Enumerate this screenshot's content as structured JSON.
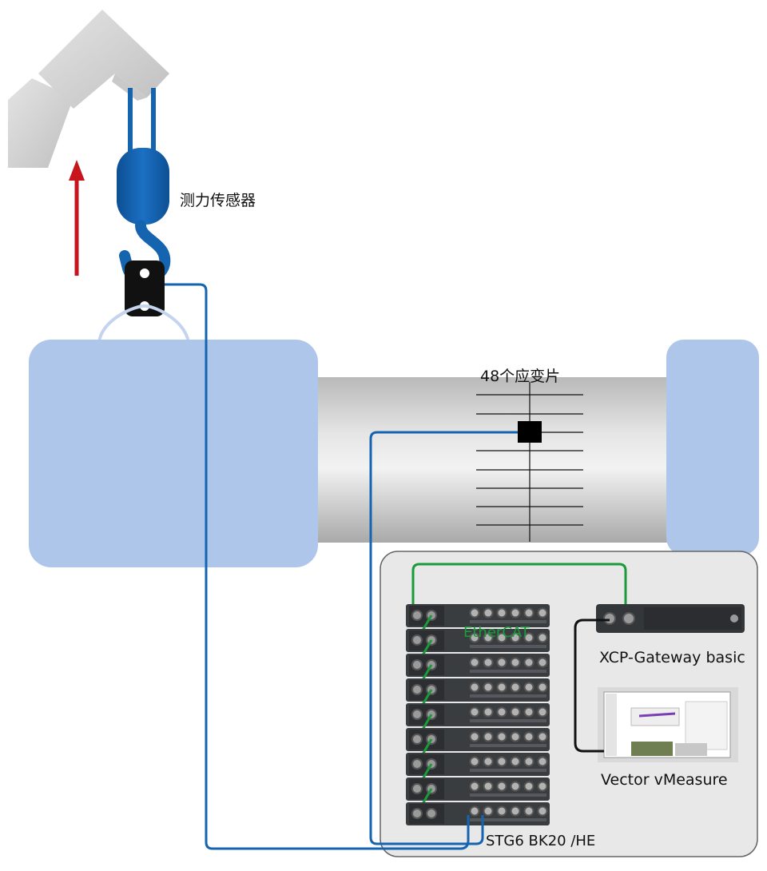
{
  "labels": {
    "force_sensor": "测力传感器",
    "strain_gauges": "48个应变片",
    "ethercat": "EtherCAT",
    "xcp_gateway": "XCP-Gateway basic",
    "vmeasure": "Vector vMeasure",
    "stg6": "STG6 BK20 /HE"
  },
  "colors": {
    "block": "#adc6ea",
    "cable_blue": "#1564b0",
    "ethercat_green": "#1a9a3a",
    "arrow_red": "#c4161c",
    "panel_bg": "#e8e8e8",
    "module_dark": "#3a3d40"
  },
  "icons": {
    "arrow": "up-arrow-icon",
    "crane": "crane-arm-icon",
    "hook": "hook-icon"
  }
}
